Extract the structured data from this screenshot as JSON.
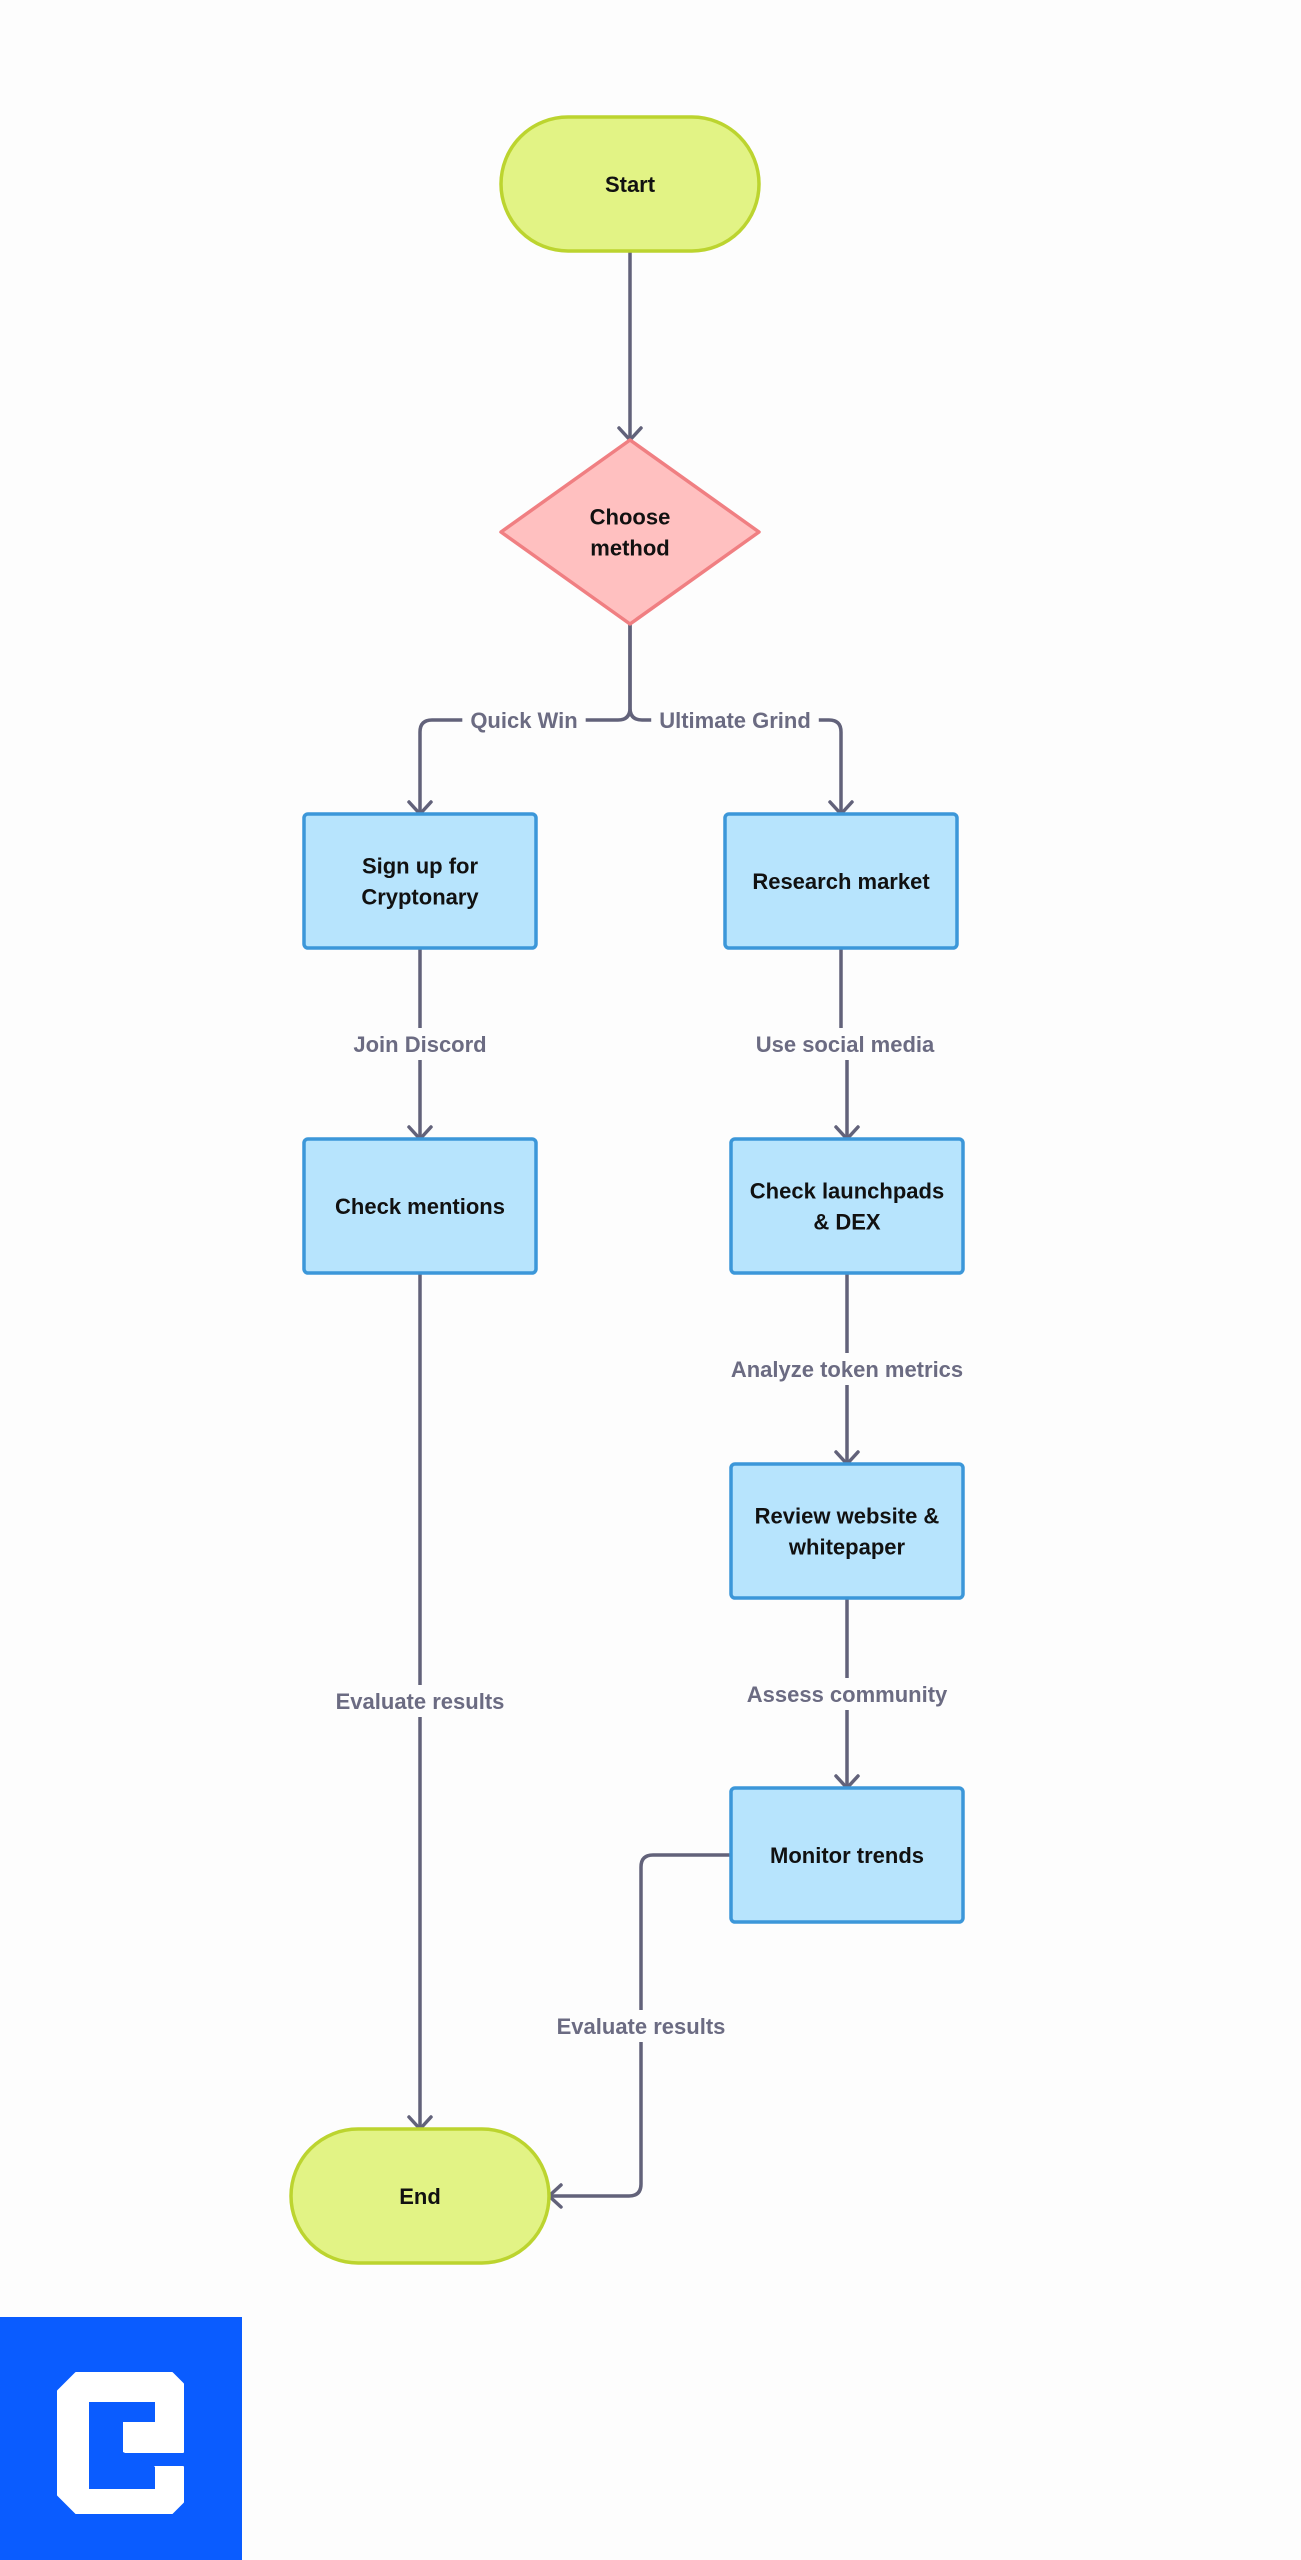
{
  "diagram": {
    "nodes": {
      "start": {
        "lines": [
          "Start"
        ]
      },
      "choose": {
        "lines": [
          "Choose",
          "method"
        ]
      },
      "signup": {
        "lines": [
          "Sign up for",
          "Cryptonary"
        ]
      },
      "research": {
        "lines": [
          "Research market"
        ]
      },
      "mentions": {
        "lines": [
          "Check mentions"
        ]
      },
      "launchpads": {
        "lines": [
          "Check launchpads",
          "& DEX"
        ]
      },
      "review": {
        "lines": [
          "Review website &",
          "whitepaper"
        ]
      },
      "monitor": {
        "lines": [
          "Monitor trends"
        ]
      },
      "end": {
        "lines": [
          "End"
        ]
      }
    },
    "edges": {
      "start_choose": {
        "label": ""
      },
      "choose_signup": {
        "label": "Quick Win"
      },
      "choose_research": {
        "label": "Ultimate Grind"
      },
      "signup_mentions": {
        "label": "Join Discord"
      },
      "research_launchpads": {
        "label": "Use social media"
      },
      "launchpads_review": {
        "label": "Analyze token metrics"
      },
      "review_monitor": {
        "label": "Assess community"
      },
      "mentions_end": {
        "label": "Evaluate results"
      },
      "monitor_end": {
        "label": "Evaluate results"
      }
    }
  },
  "colors": {
    "terminal_fill": "#e2f385",
    "terminal_stroke": "#bcd42f",
    "decision_fill": "#ffc0c0",
    "decision_stroke": "#f07f82",
    "process_fill": "#b7e4fd",
    "process_stroke": "#3c97d9",
    "edge": "#62627a",
    "edge_label": "#6b6b82",
    "logo_bg": "#0a5cff"
  },
  "logo": {
    "icon": "brand-logo-icon"
  }
}
